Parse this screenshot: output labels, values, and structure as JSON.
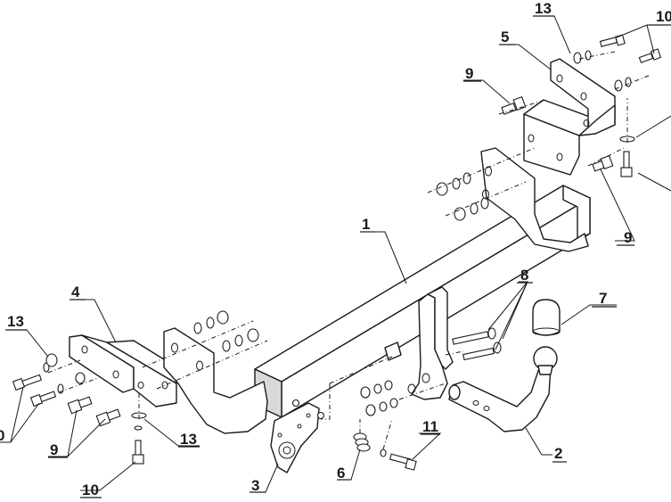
{
  "callouts": {
    "c1": "1",
    "c2": "2",
    "c3": "3",
    "c4": "4",
    "c5": "5",
    "c6": "6",
    "c7": "7",
    "c8": "8",
    "c9_top": "9",
    "c9_right": "9",
    "c9_left": "9",
    "c10_top": "10",
    "c10_left": "0",
    "c10_bottom": "10",
    "c11": "11",
    "c13_top": "13",
    "c13_left": "13",
    "c13_bottom": "13"
  }
}
